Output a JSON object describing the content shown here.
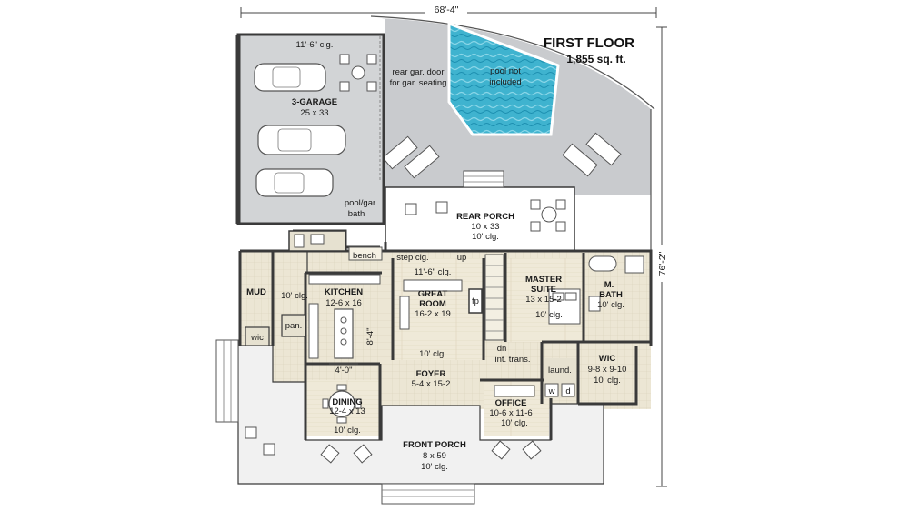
{
  "plan": {
    "title": "FIRST FLOOR",
    "area": "1,855 sq. ft.",
    "width_dim": "68'-4\"",
    "depth_dim": "76'-2\""
  },
  "rooms": {
    "garage_clg": "11'-6\" clg.",
    "garage_name": "3-GARAGE",
    "garage_size": "25 x 33",
    "rear_gar_door_1": "rear gar. door",
    "rear_gar_door_2": "for gar. seating",
    "pool_1": "pool not",
    "pool_2": "included",
    "pool_bath_1": "pool/gar",
    "pool_bath_2": "bath",
    "rear_porch_name": "REAR PORCH",
    "rear_porch_size": "10 x 33",
    "rear_porch_clg": "10' clg.",
    "bench": "bench",
    "step_clg": "step clg.",
    "up": "up",
    "great_clg_top": "11'-6\" clg.",
    "great_name_1": "GREAT",
    "great_name_2": "ROOM",
    "great_size": "16-2 x 19",
    "fp": "fp",
    "great_clg": "10' clg.",
    "master_name_1": "MASTER",
    "master_name_2": "SUITE",
    "master_size": "13 x 15-2",
    "master_clg": "10' clg.",
    "mbath_1": "M.",
    "mbath_2": "BATH",
    "mbath_clg": "10' clg.",
    "mud": "MUD",
    "mud_clg": "10' clg.",
    "kitchen_name": "KITCHEN",
    "kitchen_size": "12-6 x 16",
    "pan": "pan.",
    "wic": "wic",
    "island_dim": "8'-4\"",
    "kitchen_gap": "4'-0\"",
    "dn": "dn",
    "int_trans": "int. trans.",
    "laund": "laund.",
    "w": "w",
    "d": "d",
    "wic2_name": "WIC",
    "wic2_size": "9-8 x 9-10",
    "wic2_clg": "10' clg.",
    "foyer_name": "FOYER",
    "foyer_size": "5-4 x 15-2",
    "dining_name": "DINING",
    "dining_size": "12-4 x 13",
    "dining_clg": "10' clg.",
    "office_name": "OFFICE",
    "office_size": "10-6 x 11-6",
    "office_clg": "10' clg.",
    "front_porch_name": "FRONT PORCH",
    "front_porch_size": "8 x 59",
    "front_porch_clg": "10' clg."
  },
  "colors": {
    "garage_floor": "#d2d4d6",
    "patio": "#c9cbce",
    "interior_floor": "#ece6d4",
    "porch_floor": "#f1f1f1",
    "wall": "#3a3a3a",
    "pool_water": "#3fb3cf",
    "pool_deep": "#1c8fb0"
  }
}
